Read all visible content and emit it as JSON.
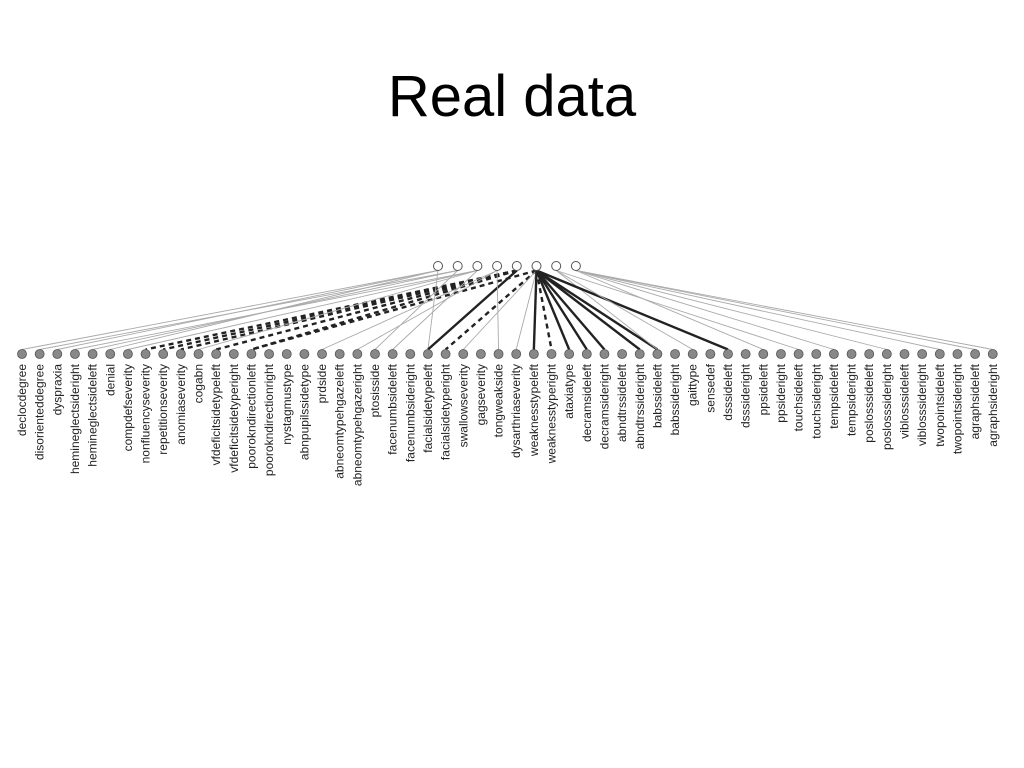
{
  "title": "Real data",
  "colors": {
    "background": "#ffffff",
    "strong_edge": "#222222",
    "weak_edge": "#aaaaaa",
    "leaf_fill": "#888888",
    "parent_stroke": "#555555"
  },
  "parent_count": 8,
  "leaves": [
    "declocdegree",
    "disorienteddegree",
    "dyspraxia",
    "hemineglectsideright",
    "hemineglectsideleft",
    "denial",
    "compdefseverity",
    "nonfluencyseverity",
    "repetitionseverity",
    "anomiaseverity",
    "cogabn",
    "vfdeficitsidetypeleft",
    "vfdeficitsidetyperight",
    "poorokndirectionleft",
    "poorokndirectionright",
    "nystagmustype",
    "abnpupilssidetype",
    "prdside",
    "abneomtypehgazeleft",
    "abneomtypehgazeright",
    "ptosisside",
    "facenumbsideleft",
    "facenumbsideright",
    "facialsidetypeleft",
    "facialsidetyperight",
    "swallowseverity",
    "gagseverity",
    "tongweakside",
    "dysarthriaseverity",
    "weaknesstypeleft",
    "weaknesstyperight",
    "ataxiatype",
    "decramsideleft",
    "decramsideright",
    "abndtrssideleft",
    "abndtrssideright",
    "babssideleft",
    "babssideright",
    "gaittype",
    "sensedef",
    "dsssideleft",
    "dsssideright",
    "ppsideleft",
    "ppsideright",
    "touchsideleft",
    "touchsideright",
    "tempsideleft",
    "tempsideright",
    "poslosssideleft",
    "poslosssideright",
    "viblosssideleft",
    "viblosssideright",
    "twopointsideleft",
    "twopointsideright",
    "agraphsideleft",
    "agraphsideright"
  ],
  "edges": [
    {
      "parent": 0,
      "leaf": 0,
      "style": "weak"
    },
    {
      "parent": 1,
      "leaf": 1,
      "style": "weak"
    },
    {
      "parent": 0,
      "leaf": 2,
      "style": "weak"
    },
    {
      "parent": 2,
      "leaf": 3,
      "style": "weak"
    },
    {
      "parent": 1,
      "leaf": 4,
      "style": "weak"
    },
    {
      "parent": 0,
      "leaf": 5,
      "style": "weak"
    },
    {
      "parent": 2,
      "leaf": 6,
      "style": "weak"
    },
    {
      "parent": 4,
      "leaf": 7,
      "style": "dashed"
    },
    {
      "parent": 4,
      "leaf": 8,
      "style": "dashed"
    },
    {
      "parent": 4,
      "leaf": 9,
      "style": "dashed"
    },
    {
      "parent": 2,
      "leaf": 10,
      "style": "weak"
    },
    {
      "parent": 4,
      "leaf": 11,
      "style": "dashed"
    },
    {
      "parent": 4,
      "leaf": 13,
      "style": "dashed"
    },
    {
      "parent": 5,
      "leaf": 13,
      "style": "dashed"
    },
    {
      "parent": 3,
      "leaf": 17,
      "style": "weak"
    },
    {
      "parent": 3,
      "leaf": 19,
      "style": "weak"
    },
    {
      "parent": 1,
      "leaf": 20,
      "style": "weak"
    },
    {
      "parent": 2,
      "leaf": 21,
      "style": "weak"
    },
    {
      "parent": 0,
      "leaf": 23,
      "style": "weak"
    },
    {
      "parent": 4,
      "leaf": 23,
      "style": "strong"
    },
    {
      "parent": 5,
      "leaf": 24,
      "style": "dashed"
    },
    {
      "parent": 5,
      "leaf": 25,
      "style": "weak"
    },
    {
      "parent": 3,
      "leaf": 27,
      "style": "weak"
    },
    {
      "parent": 5,
      "leaf": 28,
      "style": "weak"
    },
    {
      "parent": 5,
      "leaf": 29,
      "style": "strong"
    },
    {
      "parent": 5,
      "leaf": 30,
      "style": "dashed"
    },
    {
      "parent": 5,
      "leaf": 31,
      "style": "strong"
    },
    {
      "parent": 5,
      "leaf": 32,
      "style": "strong"
    },
    {
      "parent": 5,
      "leaf": 33,
      "style": "strong"
    },
    {
      "parent": 5,
      "leaf": 35,
      "style": "strong"
    },
    {
      "parent": 5,
      "leaf": 36,
      "style": "strong"
    },
    {
      "parent": 6,
      "leaf": 36,
      "style": "weak"
    },
    {
      "parent": 5,
      "leaf": 40,
      "style": "strong"
    },
    {
      "parent": 6,
      "leaf": 38,
      "style": "weak"
    },
    {
      "parent": 7,
      "leaf": 42,
      "style": "weak"
    },
    {
      "parent": 6,
      "leaf": 44,
      "style": "weak"
    },
    {
      "parent": 7,
      "leaf": 46,
      "style": "weak"
    },
    {
      "parent": 7,
      "leaf": 49,
      "style": "weak"
    },
    {
      "parent": 7,
      "leaf": 52,
      "style": "weak"
    },
    {
      "parent": 7,
      "leaf": 54,
      "style": "weak"
    },
    {
      "parent": 7,
      "leaf": 55,
      "style": "weak"
    }
  ]
}
